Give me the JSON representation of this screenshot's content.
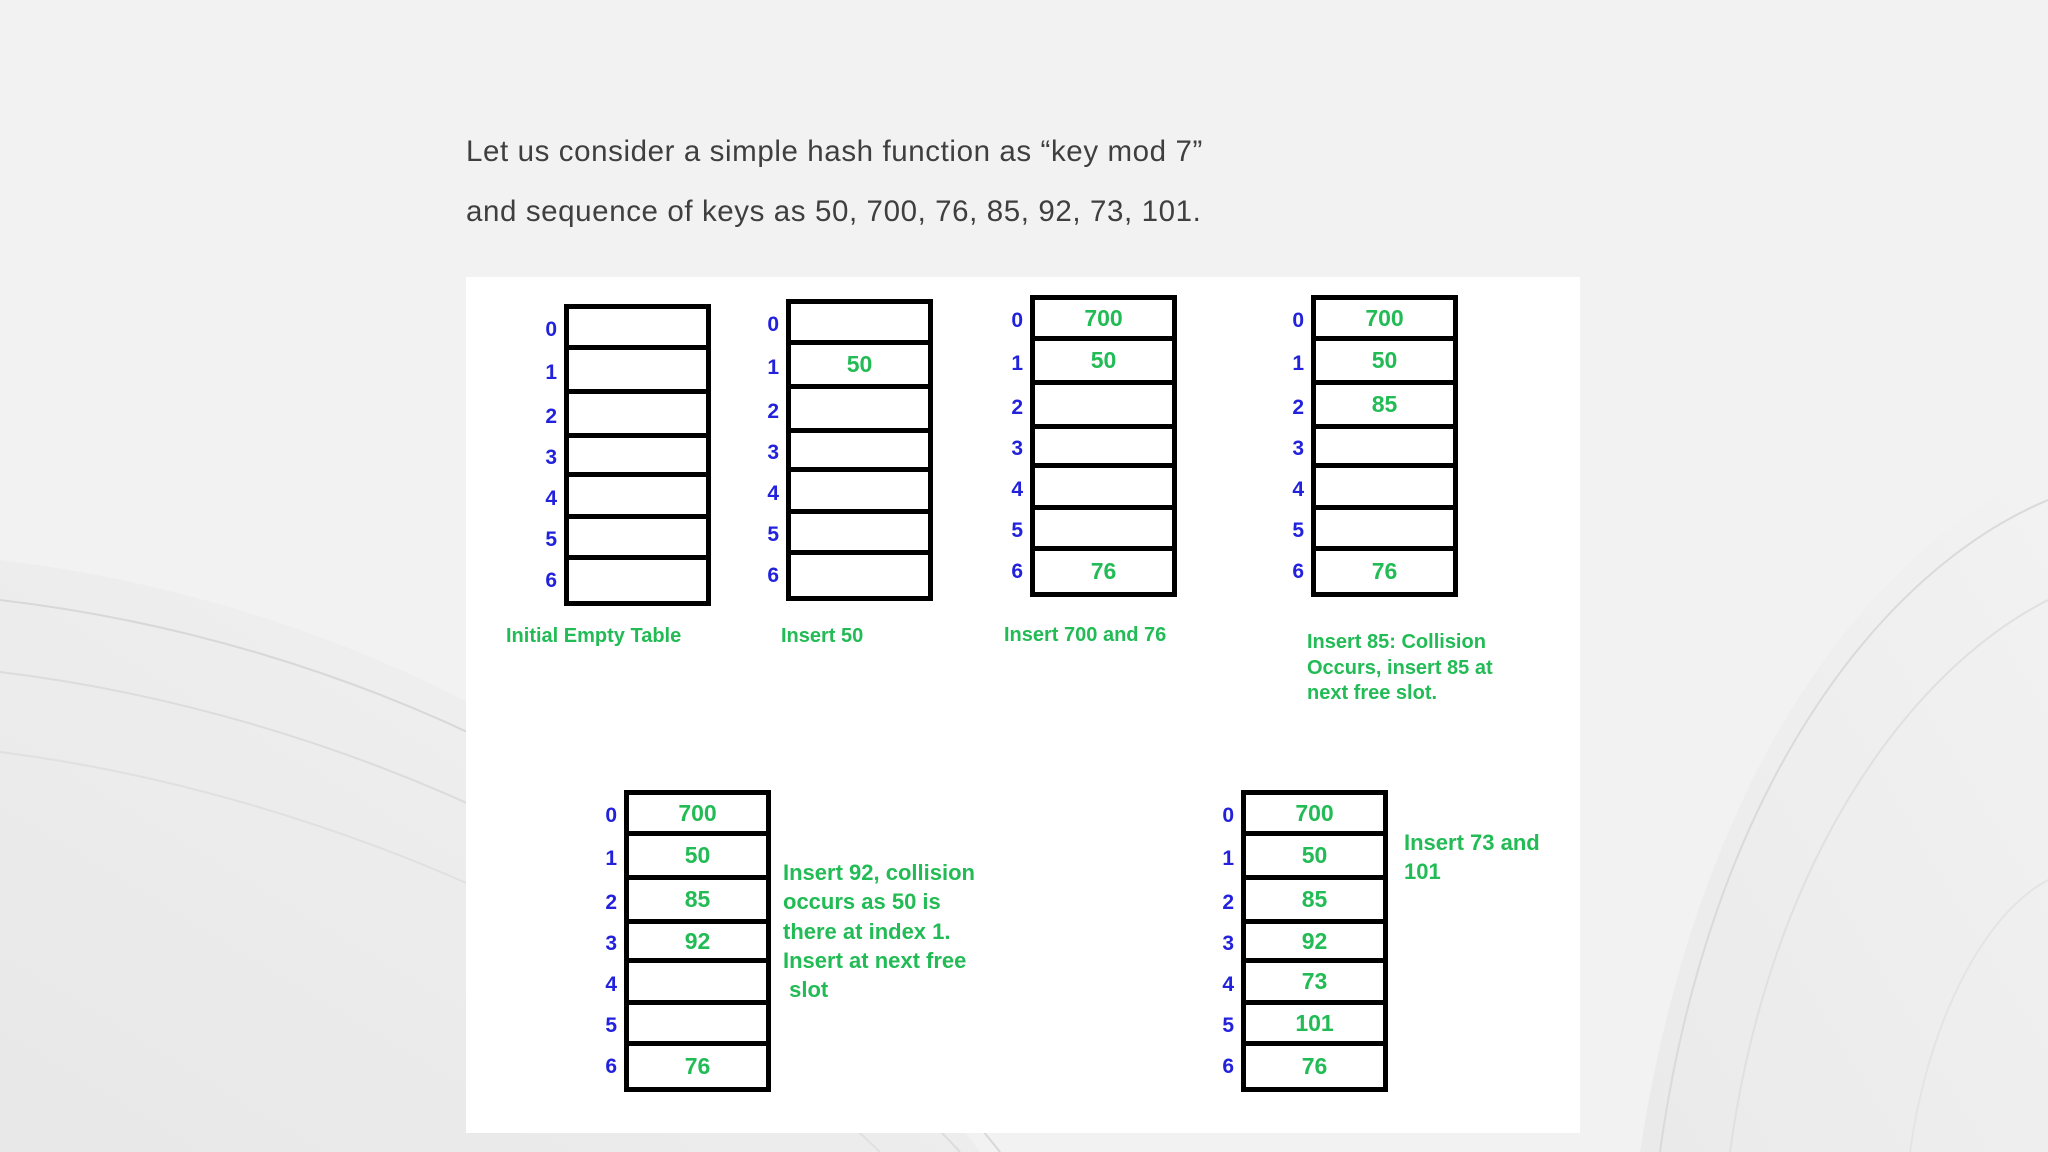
{
  "slide": {
    "title": "Let us consider a simple hash function as “key mod 7”\nand sequence of keys as 50, 700, 76, 85, 92, 73, 101.",
    "background_color": "#f2f2f2",
    "panel_color": "#ffffff",
    "index_color": "#2222dd",
    "value_color": "#22bb55",
    "border_color": "#000000",
    "title_color": "#3f3f3f"
  },
  "hash_function": "key mod 7",
  "key_sequence": [
    50,
    700,
    76,
    85,
    92,
    73,
    101
  ],
  "table_size": 7,
  "indices": [
    "0",
    "1",
    "2",
    "3",
    "4",
    "5",
    "6"
  ],
  "figures": [
    {
      "id": "initial-empty-table",
      "caption": "Initial Empty Table",
      "slots": [
        "",
        "",
        "",
        "",
        "",
        "",
        ""
      ]
    },
    {
      "id": "insert-50",
      "caption": "Insert 50",
      "slots": [
        "",
        "50",
        "",
        "",
        "",
        "",
        ""
      ]
    },
    {
      "id": "insert-700-and-76",
      "caption": "Insert 700 and 76",
      "slots": [
        "700",
        "50",
        "",
        "",
        "",
        "",
        "76"
      ]
    },
    {
      "id": "insert-85",
      "caption": "Insert 85: Collision\nOccurs, insert 85 at\nnext free slot.",
      "slots": [
        "700",
        "50",
        "85",
        "",
        "",
        "",
        "76"
      ]
    },
    {
      "id": "insert-92",
      "caption": "Insert 92, collision\noccurs as 50 is\nthere at index 1.\nInsert at next free\n slot",
      "slots": [
        "700",
        "50",
        "85",
        "92",
        "",
        "",
        "76"
      ]
    },
    {
      "id": "insert-73-and-101",
      "caption": "Insert 73 and\n101",
      "slots": [
        "700",
        "50",
        "85",
        "92",
        "73",
        "101",
        "76"
      ]
    }
  ]
}
